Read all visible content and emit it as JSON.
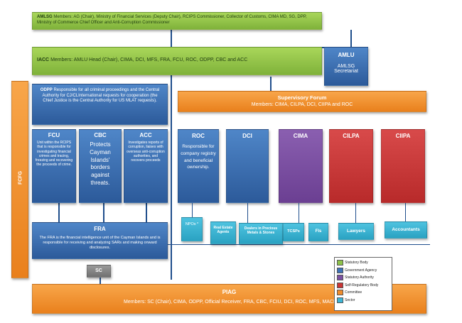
{
  "amlsg": {
    "title": "AMLSG",
    "text": " Members: AG (Chair), Ministry of Financial Services (Deputy Chair), RCIPS Commissioner, Collector of Customs, CIMA MD, SG, DPP, Ministry of Commerce Chief Officer and Anti-Corruption Commissioner"
  },
  "iacc": {
    "title": "IACC",
    "text": " Members: AMLU Head (Chair), CIMA, DCI, MFS, FRA, FCU, ROC, ODPP, CBC and ACC"
  },
  "amlu": {
    "title": "AMLU",
    "text": "AMLSG Secretariat"
  },
  "fcfg": {
    "title": "FCFG"
  },
  "odpp": {
    "title": "ODPP",
    "text": " Responsible for all criminal proceedings and the Central Authority for CJ/CLInternational requests for cooperation (the Chief Justice is the Central Authority for US MLAT requests)."
  },
  "fcu": {
    "title": "FCU",
    "text": "Unit within the RCIPS that is responsible for investigating financial crimes and tracing, freezing and recovering the proceeds of crime."
  },
  "cbc": {
    "title": "CBC",
    "text": "Protects Cayman Islands' borders against threats."
  },
  "acc": {
    "title": "ACC",
    "text": "Investigates reports of corruption, liaises with overseas anti-corruption authorities, and recovers proceeds"
  },
  "fra": {
    "title": "FRA",
    "text": "The FRA is the financial intelligence unit of the Cayman Islands and is responsible for receiving and analyzing SARs and making onward disclosures."
  },
  "sc": {
    "title": "SC"
  },
  "piag": {
    "title": "PIAG",
    "text": "Members: SC (Chair), CIMA, ODPP, Official Receiver, FRA, CBC, FCIU, DCI, ROC, MFS, MACI"
  },
  "supervisory": {
    "title": "Supervisory Forum",
    "text": "Members: CIMA, CILPA, DCI, CIIPA and ROC"
  },
  "roc": {
    "title": "ROC",
    "text": "Responsible for company registry and beneficial ownership."
  },
  "dci": {
    "title": "DCI"
  },
  "cima": {
    "title": "CIMA"
  },
  "cilpa": {
    "title": "CILPA"
  },
  "ciipa": {
    "title": "CIIPA"
  },
  "sectors": {
    "npos": "NPOs *",
    "real_estate": "Real Estate Agents",
    "dealers": "Dealers in Precious Metals & Stones",
    "tcsps": "TCSPs",
    "fis": "FIs",
    "lawyers": "Lawyers",
    "accountants": "Accountants"
  },
  "legend": {
    "items": [
      {
        "label": "Statutory Body",
        "color": "#8dc249"
      },
      {
        "label": "Government Agency",
        "color": "#3d72b8"
      },
      {
        "label": "Statutory Authority",
        "color": "#7a4fa3"
      },
      {
        "label": "Self-Regulatory Body",
        "color": "#c93535"
      },
      {
        "label": "Committee",
        "color": "#f08c2c"
      },
      {
        "label": "Sector",
        "color": "#3cb5d6"
      }
    ]
  }
}
